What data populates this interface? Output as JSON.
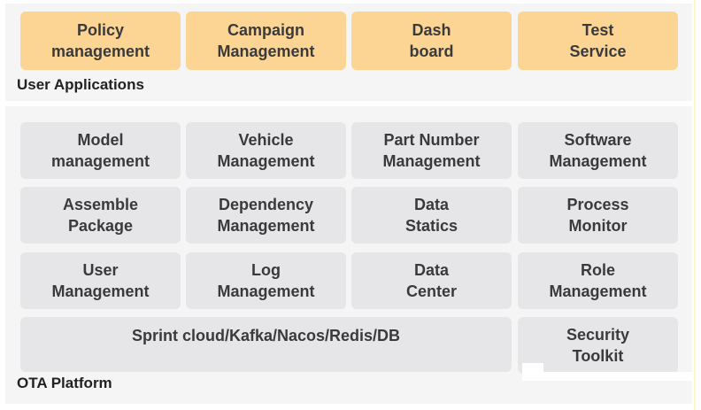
{
  "user_applications": {
    "label": "User Applications",
    "items": [
      {
        "label": "Policy\nmanagement"
      },
      {
        "label": "Campaign\nManagement"
      },
      {
        "label": "Dash\nboard"
      },
      {
        "label": "Test\nService"
      }
    ]
  },
  "ota_platform": {
    "label": "OTA Platform",
    "rows": [
      [
        {
          "label": "Model\nmanagement"
        },
        {
          "label": "Vehicle\nManagement"
        },
        {
          "label": "Part Number\nManagement"
        },
        {
          "label": "Software\nManagement"
        }
      ],
      [
        {
          "label": "Assemble\nPackage"
        },
        {
          "label": "Dependency\nManagement"
        },
        {
          "label": "Data\nStatics"
        },
        {
          "label": "Process\nMonitor"
        }
      ],
      [
        {
          "label": "User\nManagement"
        },
        {
          "label": "Log\nManagement"
        },
        {
          "label": "Data\nCenter"
        },
        {
          "label": "Role\nManagement"
        }
      ]
    ],
    "infrastructure": "Sprint cloud/Kafka/Nacos/Redis/DB",
    "security": "Security\nToolkit"
  },
  "colors": {
    "application_box": "#fcd493",
    "platform_box": "#e6e6e9",
    "panel": "#f5f5f6",
    "text": "#3a3a3a"
  }
}
